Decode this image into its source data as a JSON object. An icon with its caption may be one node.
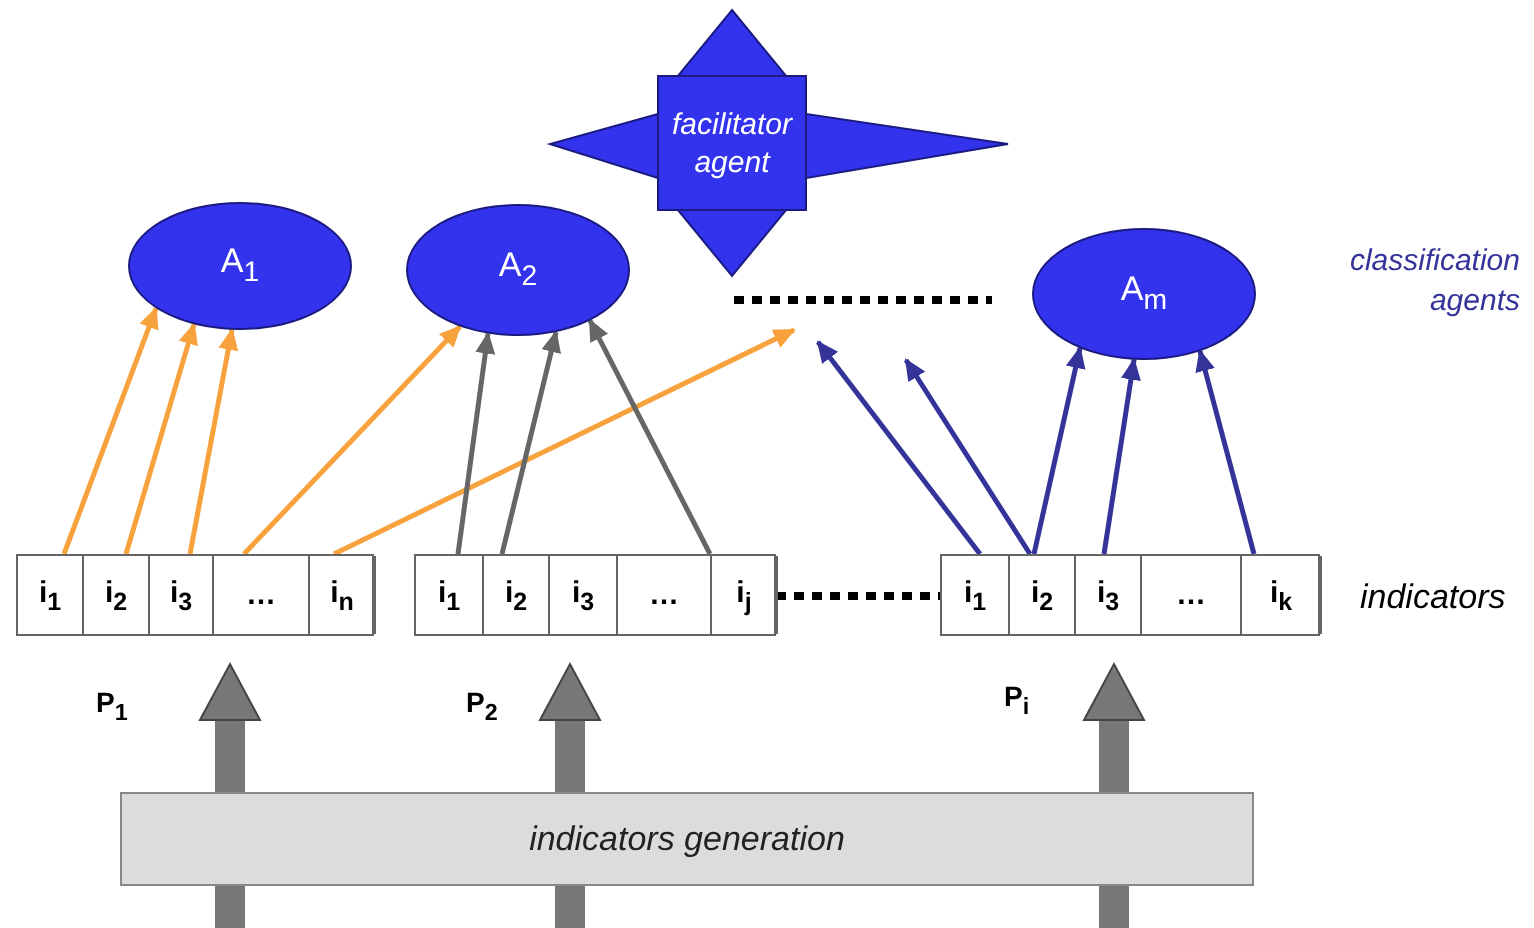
{
  "diagram": {
    "nodes": [
      {
        "text": [
          "facilitator agent"
        ]
      },
      {
        "text": [
          "A$_{1}$"
        ]
      },
      {
        "text": [
          "A$_{2}$"
        ]
      },
      {
        "text": [
          "A$_{m}$"
        ]
      },
      {
        "text": [],
        "shape": "box"
      },
      {
        "text": [
          "i$_{1}$"
        ],
        "in": 4
      },
      {
        "text": [
          "i$_{2}$"
        ],
        "in": 4
      },
      {
        "text": [
          "i$_{3}$"
        ],
        "in": 4
      },
      {
        "text": [
          "…"
        ],
        "in": 4
      },
      {
        "text": [
          "i$_{n}$"
        ],
        "in": 4
      },
      {
        "text": [],
        "shape": "box"
      },
      {
        "text": [
          "i$_{1}$"
        ],
        "in": 10
      },
      {
        "text": [
          "i$_{2}$"
        ],
        "in": 10
      },
      {
        "text": [
          "i$_{3}$"
        ],
        "in": 10
      },
      {
        "text": [
          "…"
        ],
        "in": 10
      },
      {
        "text": [
          "i$_{j}$"
        ],
        "in": 10
      },
      {
        "text": [],
        "shape": "box"
      },
      {
        "text": [
          "i$_{1}$"
        ],
        "in": 16
      },
      {
        "text": [
          "i$_{2}$"
        ],
        "in": 16
      },
      {
        "text": [
          "i$_{3}$"
        ],
        "in": 16
      },
      {
        "text": [
          "…"
        ],
        "in": 16
      },
      {
        "text": [
          "i$_{k}$"
        ],
        "in": 16
      },
      {
        "text": [
          "indicators generation"
        ]
      }
    ],
    "edges": [
      {
        "from": 5,
        "to": 1,
        "arrow": "to",
        "color": "#f7a23c"
      },
      {
        "from": 6,
        "to": 1,
        "arrow": "to",
        "color": "#f7a23c"
      },
      {
        "from": 7,
        "to": 1,
        "arrow": "to",
        "color": "#f7a23c"
      },
      {
        "from": 8,
        "to": 2,
        "arrow": "to",
        "color": "#f7a23c"
      },
      {
        "from": 9,
        "to": null,
        "arrow": "to",
        "color": "#f7a23c"
      },
      {
        "from": 11,
        "to": 2,
        "arrow": "to",
        "color": "#666666"
      },
      {
        "from": 12,
        "to": 2,
        "arrow": "to",
        "color": "#666666"
      },
      {
        "from": 15,
        "to": 2,
        "arrow": "to",
        "color": "#666666"
      },
      {
        "from": 17,
        "to": null,
        "arrow": "to",
        "color": "#333399"
      },
      {
        "from": 18,
        "to": null,
        "arrow": "to",
        "color": "#333399"
      },
      {
        "from": 18,
        "to": 3,
        "arrow": "to",
        "color": "#333399"
      },
      {
        "from": 19,
        "to": 3,
        "arrow": "to",
        "color": "#333399"
      },
      {
        "from": 21,
        "to": 3,
        "arrow": "to",
        "color": "#333399"
      },
      {
        "from": 10,
        "to": 16,
        "arrow": "none",
        "style": "dashed",
        "color": "#000000"
      },
      {
        "from": null,
        "to": 4,
        "arrow": "to",
        "style": "thick",
        "color": "#777777"
      },
      {
        "from": null,
        "to": 10,
        "arrow": "to",
        "style": "thick",
        "color": "#777777"
      },
      {
        "from": null,
        "to": 16,
        "arrow": "to",
        "style": "thick",
        "color": "#777777"
      }
    ],
    "labels": [
      "classification agents",
      "indicators",
      "P$_{1}$",
      "P$_{2}$",
      "P$_{i}$"
    ]
  }
}
